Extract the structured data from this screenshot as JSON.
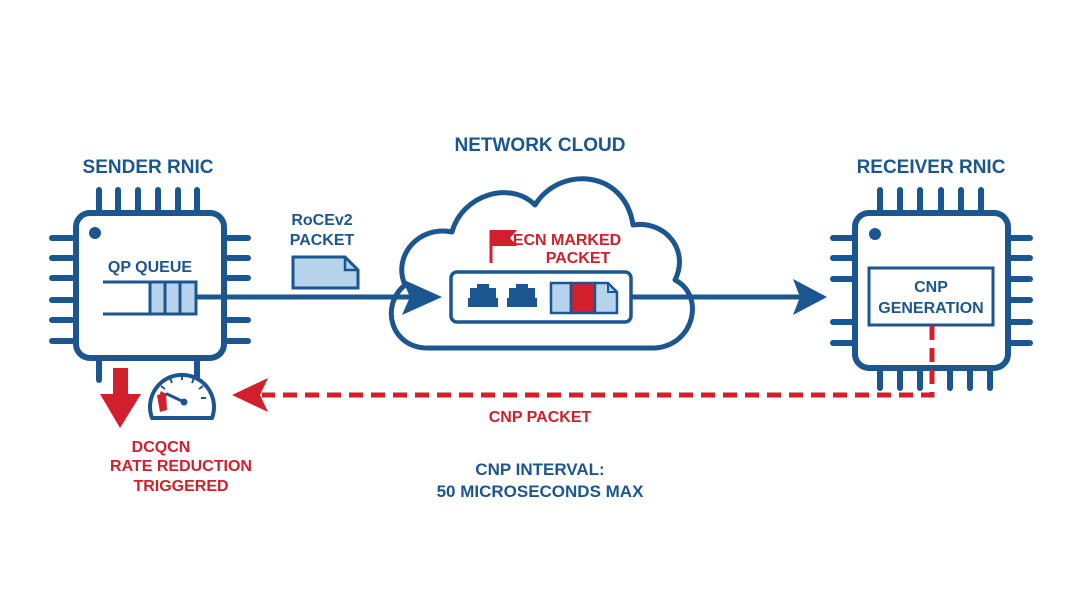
{
  "colors": {
    "primary_blue": "#1b5690",
    "light_blue": "#b7d3ec",
    "alert_red": "#d11f2b",
    "background": "#ffffff"
  },
  "sender": {
    "title": "SENDER RNIC",
    "queue_label": "QP QUEUE",
    "queue_slots": 3
  },
  "packet": {
    "label_line1": "RoCEv2",
    "label_line2": "PACKET"
  },
  "network": {
    "title": "NETWORK CLOUD",
    "ecn_line1": "ECN MARKED",
    "ecn_line2": "PACKET",
    "switch_ports": 2
  },
  "receiver": {
    "title": "RECEIVER RNIC",
    "cnp_line1": "CNP",
    "cnp_line2": "GENERATION"
  },
  "feedback": {
    "cnp_packet_label": "CNP PACKET",
    "interval_line1": "CNP INTERVAL:",
    "interval_line2": "50 MICROSECONDS MAX"
  },
  "rate": {
    "line1": "DCQCN",
    "line2": "RATE REDUCTION",
    "line3": "TRIGGERED"
  },
  "icons": {
    "flag": "flag-icon",
    "gauge": "speedometer-icon",
    "down_arrow": "arrow-down-icon",
    "ethernet": "ethernet-port-icon",
    "document": "document-icon",
    "chip": "chip-icon"
  }
}
